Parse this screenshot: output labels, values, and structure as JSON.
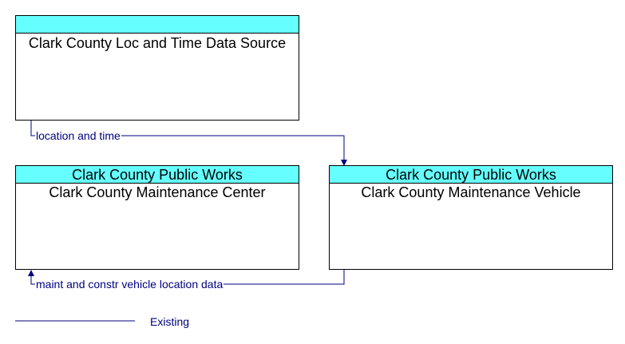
{
  "colors": {
    "band": "#66FFFF",
    "flow": "#000080",
    "border": "#000000"
  },
  "nodes": {
    "loc_time_source": {
      "band": "",
      "title": "Clark County Loc and Time Data Source"
    },
    "maintenance_center": {
      "band": "Clark County Public Works",
      "title": "Clark County Maintenance Center"
    },
    "maintenance_vehicle": {
      "band": "Clark County Public Works",
      "title": "Clark County Maintenance Vehicle"
    }
  },
  "flows": {
    "location_time": "location and time",
    "vehicle_location": "maint and constr vehicle location data"
  },
  "legend": {
    "existing": "Existing"
  }
}
